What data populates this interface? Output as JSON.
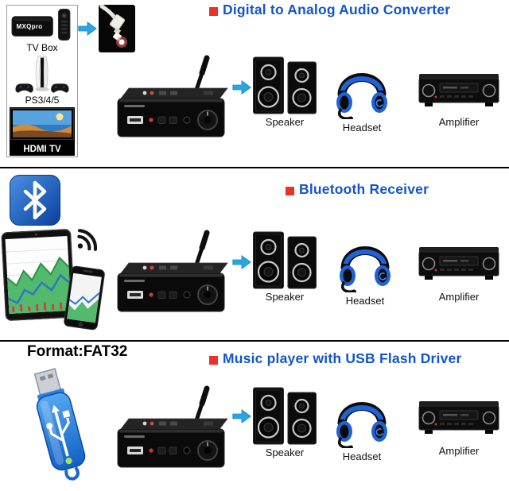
{
  "colors": {
    "background": "#ffffff",
    "title_blue": "#1355c8",
    "bullet_red": "#e8332a",
    "arrow_blue": "#2aa5e2",
    "headset_blue": "#2063d6",
    "usb_blue": "#2f80e0",
    "bluetooth_blue": "#1f5fc4",
    "divider": "#000000"
  },
  "icons": {
    "tv-box-icon": "black set-top box with remote",
    "ps5-icon": "game console with controllers",
    "hdmi-tv-icon": "television screen",
    "optical-cable-icon": "glowing toslink optical plug",
    "converter-device-icon": "dac box with antenna",
    "flow-arrow-icon": "blue right block arrow",
    "speaker-icon": "bookshelf speaker pair",
    "headset-icon": "blue gaming headset",
    "amplifier-icon": "av receiver amplifier",
    "bluetooth-logo-icon": "white bluetooth rune on blue square",
    "wifi-icon": "wireless signal arcs",
    "tablet-icon": "tablet showing stock chart",
    "smartphone-icon": "smartphone showing chart",
    "usb-flash-drive-icon": "blue usb flash drive"
  },
  "sections": [
    {
      "id": "dac",
      "title": "Digital to Analog Audio Converter",
      "sources": [
        {
          "label": "TV Box",
          "brand": "MXQpro"
        },
        {
          "label": "PS3/4/5"
        },
        {
          "label": "HDMI TV"
        }
      ],
      "outputs": [
        {
          "label": "Speaker"
        },
        {
          "label": "Headset"
        },
        {
          "label": "Amplifier"
        }
      ]
    },
    {
      "id": "bluetooth",
      "title": "Bluetooth Receiver",
      "outputs": [
        {
          "label": "Speaker"
        },
        {
          "label": "Headset"
        },
        {
          "label": "Amplifier"
        }
      ]
    },
    {
      "id": "usb",
      "title": "Music player with USB Flash Driver",
      "format_label": "Format:FAT32",
      "outputs": [
        {
          "label": "Speaker"
        },
        {
          "label": "Headset"
        },
        {
          "label": "Amplifier"
        }
      ]
    }
  ]
}
